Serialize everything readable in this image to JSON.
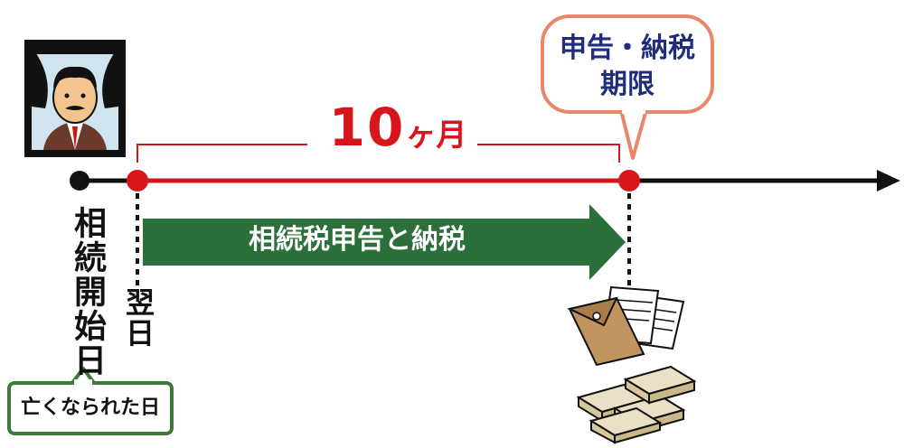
{
  "deadline": {
    "line1": "申告・納税",
    "line2": "期限"
  },
  "period": {
    "number": "10",
    "unit": "ヶ月"
  },
  "arrow_label": "相続税申告と納税",
  "start_label": "相続開始日",
  "next_day_label": "翌日",
  "note": "亡くなられた日",
  "colors": {
    "red": "#d7151b",
    "green": "#2b6f3a",
    "navy": "#1f2d7a",
    "salmon": "#e9876a"
  },
  "icons": [
    "portrait-icon",
    "envelope-documents-icon",
    "money-stack-icon"
  ]
}
